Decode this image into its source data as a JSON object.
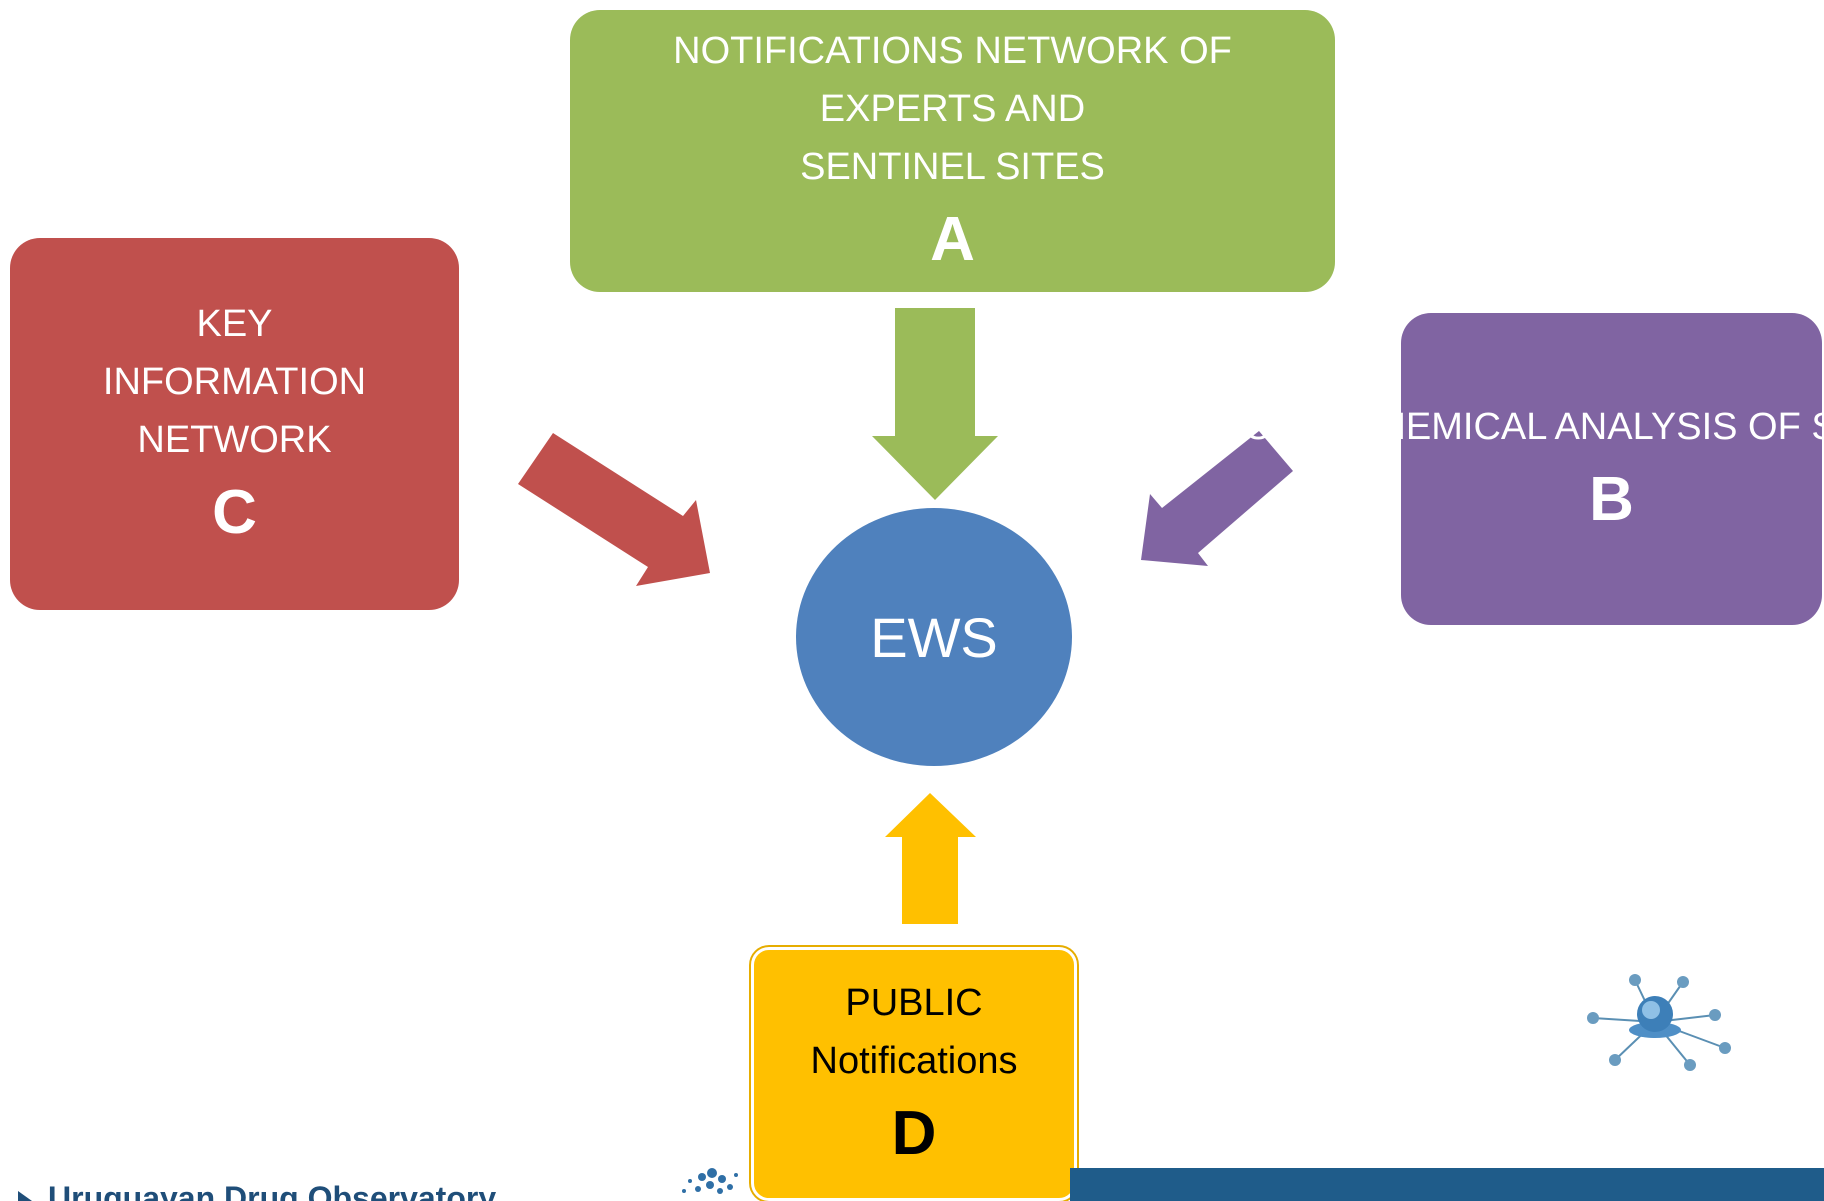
{
  "nodes": {
    "a": {
      "text": "NOTIFICATIONS NETWORK OF\nEXPERTS AND\nSENTINEL SITES",
      "letter": "A"
    },
    "b": {
      "text": "ONGOING CHEMICAL\nANALYSIS OF\nSUBSTANCES",
      "letter": "B"
    },
    "c": {
      "text": "KEY\nINFORMATION\nNETWORK",
      "letter": "C"
    },
    "d": {
      "text": "PUBLIC\nNotifications",
      "letter": "D"
    },
    "center": {
      "text": "EWS"
    }
  },
  "footer": {
    "title": "Uruguayan Drug Observatory"
  },
  "colors": {
    "a": "#9bbb59",
    "b": "#8064a2",
    "c": "#c0504d",
    "d": "#ffc000",
    "center": "#4f81bd",
    "footer_band": "#1f5c8a"
  },
  "icons": [
    "observatory-logo-icon",
    "globe-network-icon"
  ]
}
